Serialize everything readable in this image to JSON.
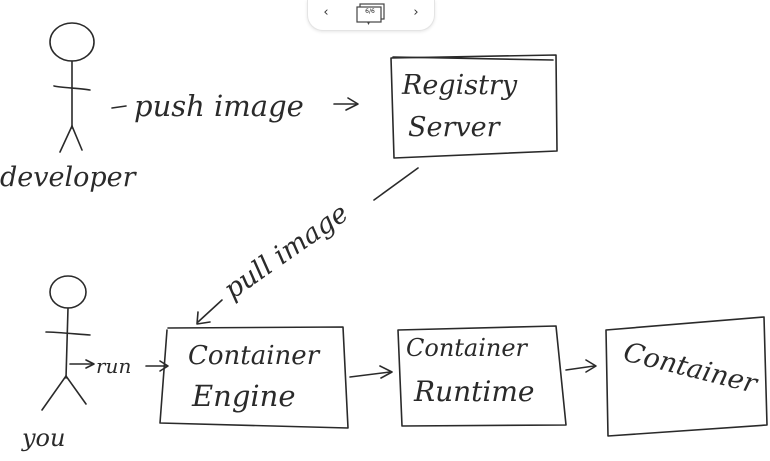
{
  "viewer": {
    "prev_icon": "chevron-left-icon",
    "next_icon": "chevron-right-icon",
    "prev_glyph": "‹",
    "next_glyph": "›",
    "page_indicator": "6/6",
    "menu_glyph": "▾"
  },
  "diagram": {
    "actors": {
      "developer": "developer",
      "you": "you"
    },
    "boxes": {
      "registry_line1": "Registry",
      "registry_line2": "Server",
      "engine_line1": "Container",
      "engine_line2": "Engine",
      "runtime_line1": "Container",
      "runtime_line2": "Runtime",
      "container": "Container"
    },
    "arrows": {
      "push": "push image",
      "pull": "pull image",
      "run": "run"
    },
    "ink_color": "#2a2a2a"
  }
}
